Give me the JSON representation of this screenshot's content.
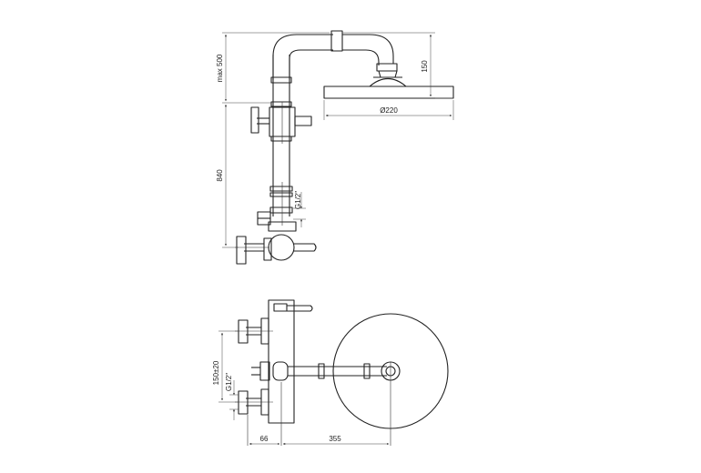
{
  "dimensions": {
    "max_height": "max 500",
    "column_height": "840",
    "head_drop": "150",
    "head_diameter": "Ø220",
    "thread_side": "G1/2\"",
    "spacing": "150±20",
    "thread_front": "G1/2\"",
    "wall_offset": "66",
    "reach": "355"
  }
}
